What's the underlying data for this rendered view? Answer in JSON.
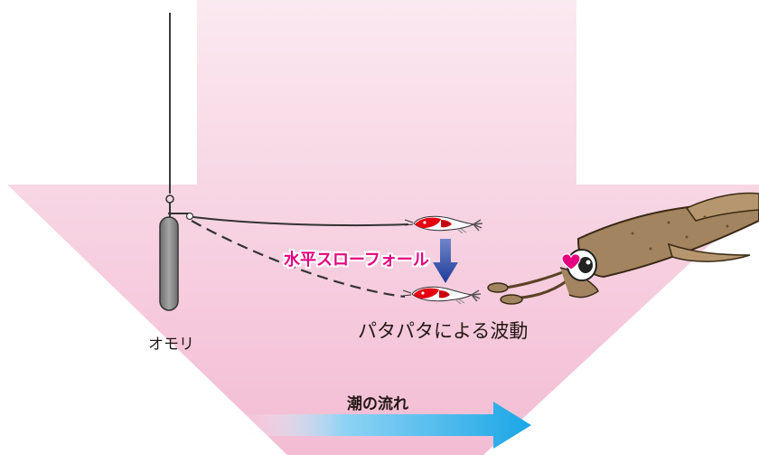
{
  "labels": {
    "sinker": "オモリ",
    "horizontal_slow_fall": "水平スローフォール",
    "flapping_wave": "パタパタによる波動",
    "tide_flow": "潮の流れ"
  },
  "colors": {
    "pink_arrow": "#f5c6d9",
    "pink_light": "#fbe7ef",
    "accent_magenta": "#e4007f",
    "tide_blue": "#1aa6e6",
    "fall_arrow_blue": "#1d3c9a",
    "sinker_gray": "#8a8a8a",
    "squid_brown": "#a38460"
  },
  "icons": {
    "shrimp_lure": "shrimp-lure-icon",
    "squid": "squid-icon"
  }
}
